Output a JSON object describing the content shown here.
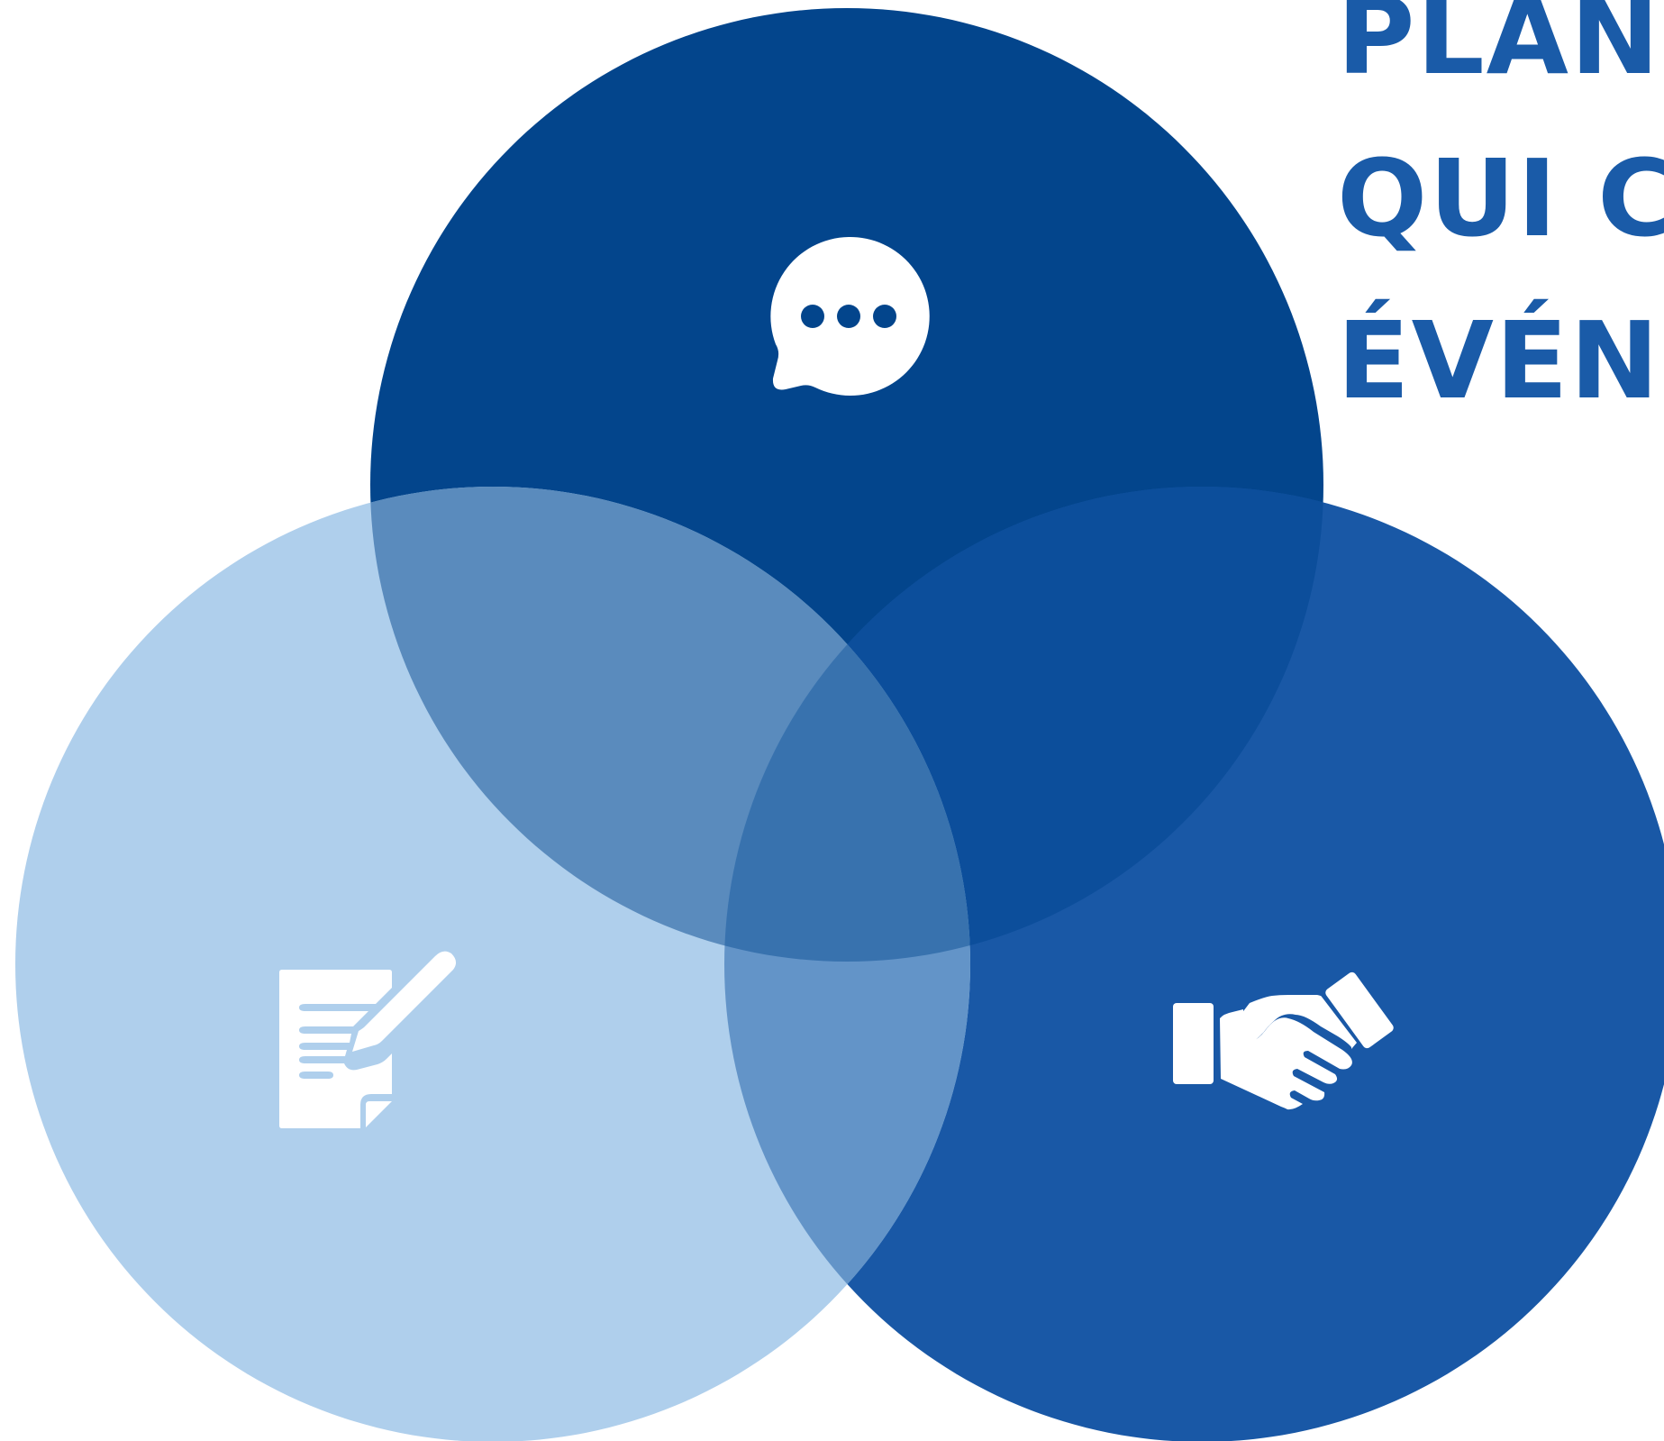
{
  "heading": {
    "lines": [
      "PLAN",
      "QUI C",
      "ÉVÉN"
    ]
  },
  "venn": {
    "circles": [
      {
        "id": "top",
        "color": "#03458c",
        "icon": "chat-bubble-icon"
      },
      {
        "id": "left",
        "color": "#afcfec",
        "icon": "document-pen-icon"
      },
      {
        "id": "right",
        "color": "#1958a6",
        "icon": "handshake-icon"
      }
    ],
    "overlap_colors": {
      "top_left": "#5a8bbd",
      "top_right": "#0c4e9b",
      "left_right": "#6394c8",
      "center": "#3872ae"
    },
    "icon_color": "#ffffff"
  }
}
